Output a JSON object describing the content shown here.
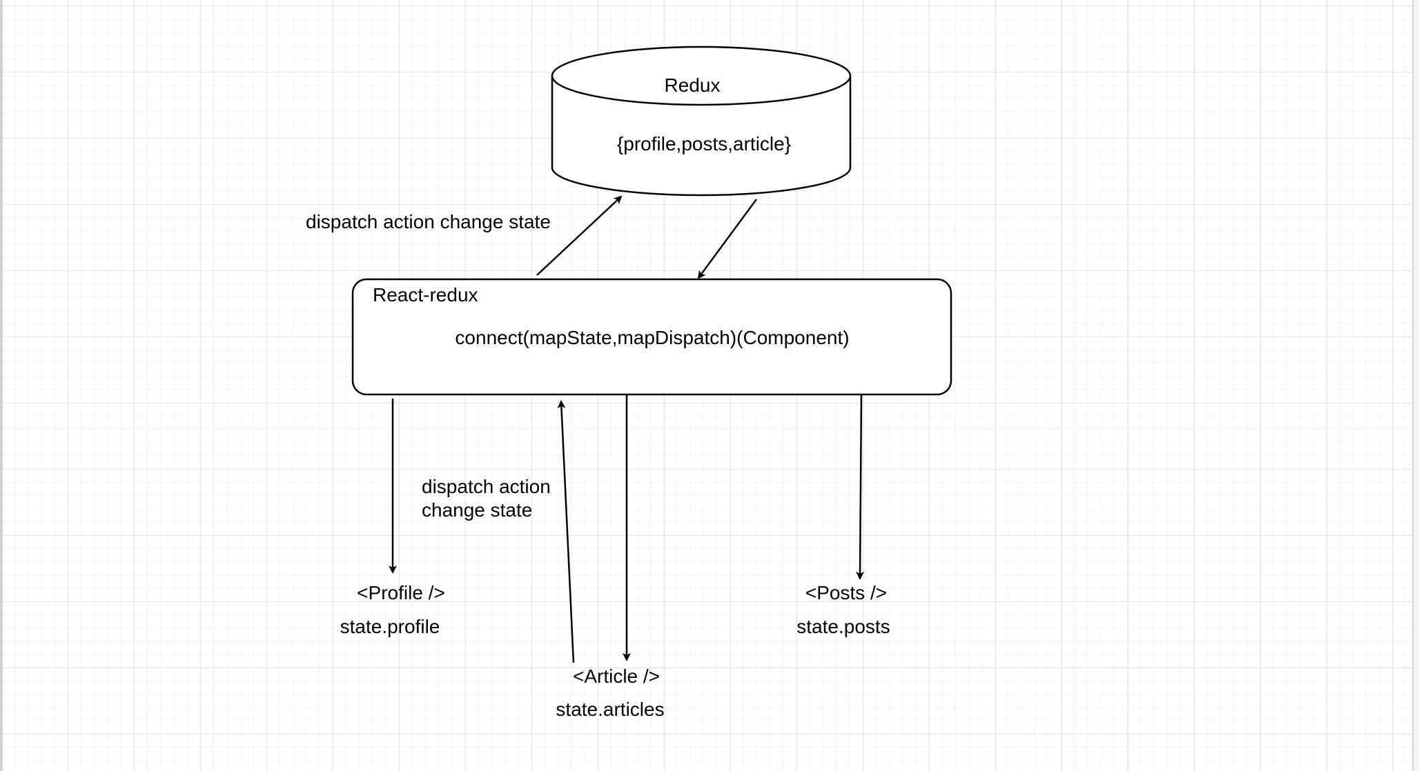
{
  "redux_store": {
    "title": "Redux",
    "state": "{profile,posts,article}"
  },
  "react_redux": {
    "title": "React-redux",
    "connect": "connect(mapState,mapDispatch)(Component)"
  },
  "edge_labels": {
    "dispatch_top": "dispatch action change state",
    "dispatch_bottom_line1": "dispatch action",
    "dispatch_bottom_line2": "change state"
  },
  "components": {
    "profile": {
      "tag": "<Profile />",
      "state": "state.profile"
    },
    "article": {
      "tag": "<Article />",
      "state": "state.articles"
    },
    "posts": {
      "tag": "<Posts />",
      "state": "state.posts"
    }
  },
  "colors": {
    "stroke": "#000000",
    "grid": "#e6e6e6",
    "background": "#ffffff"
  }
}
